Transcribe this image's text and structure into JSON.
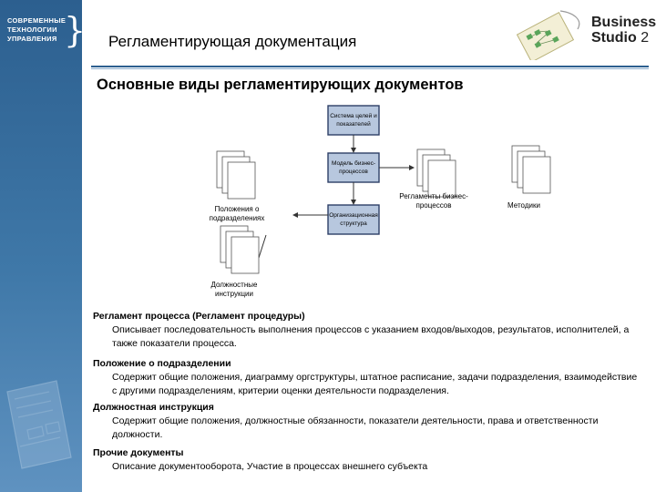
{
  "sidebar": {
    "logo_lines": [
      "СОВРЕМЕННЫЕ",
      "ТЕХНОЛОГИИ",
      "УПРАВЛЕНИЯ"
    ],
    "logo_mark": "}"
  },
  "header": {
    "title": "Регламентирующая документация",
    "brand_line1": "Business",
    "brand_line2": "Studio",
    "brand_version": "2"
  },
  "subtitle": "Основные виды регламентирующих документов",
  "diagram": {
    "box_top": [
      "Система целей и",
      "показателей"
    ],
    "box_mid": [
      "Модель бизнес-",
      "процессов"
    ],
    "box_bottom": [
      "Организационная",
      "структура"
    ],
    "label_polozhenie": [
      "Положения о",
      "подразделениях"
    ],
    "label_instrukcii": [
      "Должностные",
      "инструкции"
    ],
    "label_reglamenty": [
      "Регламенты бизнес-",
      "процессов"
    ],
    "label_metodiki": "Методики"
  },
  "descriptions": [
    {
      "heading": "Регламент процесса (Регламент процедуры)",
      "text": "Описывает последовательность выполнения процессов с указанием входов/выходов, результатов, исполнителей, а также показатели процесса."
    },
    {
      "heading": "Положение о подразделении",
      "text": "Содержит общие положения, диаграмму оргструктуры, штатное расписание, задачи подразделения, взаимодействие с другими подразделениям, критерии оценки деятельности подразделения."
    },
    {
      "heading": "Должностная инструкция",
      "text": "Содержит общие положения, должностные обязанности, показатели деятельности, права и ответственности должности."
    },
    {
      "heading": "Прочие документы",
      "text": "Описание документооборота, Участие в процессах внешнего субъекта"
    }
  ],
  "colors": {
    "sidebar": "#2c5f8f",
    "box_fill": "#b7c7de",
    "box_stroke": "#2d3f66"
  }
}
